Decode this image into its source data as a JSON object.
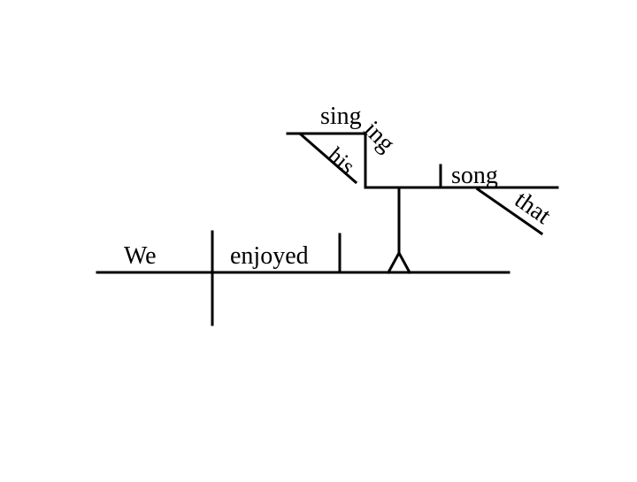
{
  "diagram": {
    "subject": "We",
    "verb": "enjoyed",
    "gerund_part1": "sing",
    "gerund_part2": "ing",
    "gerund_modifier": "his",
    "gerund_object": "song",
    "object_modifier": "that"
  },
  "colors": {
    "ink": "#000000",
    "background": "#ffffff"
  }
}
